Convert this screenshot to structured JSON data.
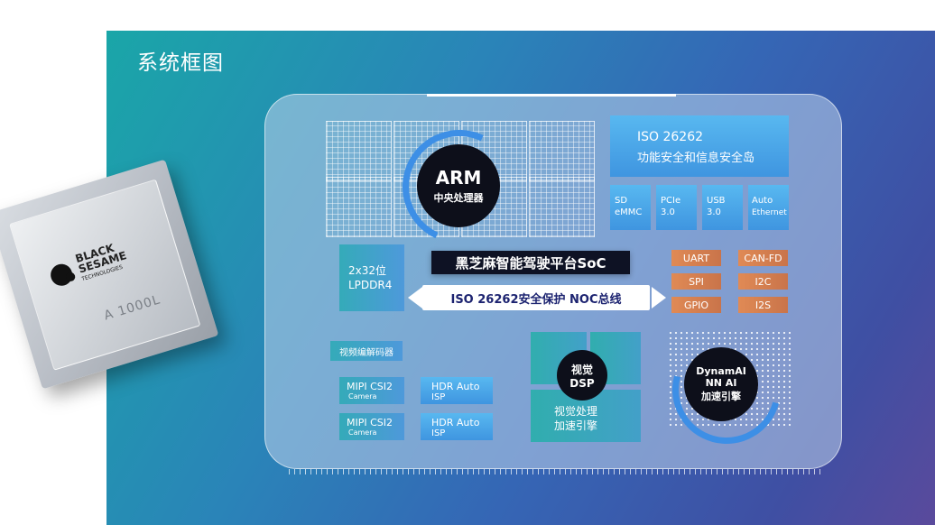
{
  "slide": {
    "title": "系统框图"
  },
  "chip": {
    "brand_line1": "BLACK",
    "brand_line2": "SESAME",
    "brand_line3": "TECHNOLOGIES",
    "model": "A 1000L"
  },
  "arm": {
    "title": "ARM",
    "subtitle": "中央处理器"
  },
  "safety_island": {
    "line1": "ISO 26262",
    "line2": "功能安全和信息安全岛"
  },
  "interfaces": [
    {
      "line1": "SD",
      "line2": "eMMC"
    },
    {
      "line1": "PCIe",
      "line2": "3.0"
    },
    {
      "line1": "USB",
      "line2": "3.0"
    },
    {
      "line1": "Auto",
      "line2": "Ethernet"
    }
  ],
  "lpddr": {
    "line1": "2x32位",
    "line2": "LPDDR4"
  },
  "soc_banner": "黑芝麻智能驾驶平台SoC",
  "noc_bus": "ISO 26262安全保护 NOC总线",
  "peripherals": [
    "UART",
    "CAN-FD",
    "SPI",
    "I2C",
    "GPIO",
    "I2S"
  ],
  "codec": "视频编解码器",
  "mipi": [
    {
      "line1": "MIPI CSI2",
      "line2": "Camera"
    },
    {
      "line1": "MIPI CSI2",
      "line2": "Camera"
    }
  ],
  "isp": [
    {
      "line1": "HDR Auto",
      "line2": "ISP"
    },
    {
      "line1": "HDR Auto",
      "line2": "ISP"
    }
  ],
  "dsp": {
    "title1": "视觉",
    "title2": "DSP",
    "desc1": "视觉处理",
    "desc2": "加速引擎"
  },
  "nn": {
    "line1": "DynamAI",
    "line2": "NN AI",
    "line3": "加速引擎"
  },
  "colors": {
    "accent_blue": "#3f95e0",
    "accent_orange": "#d97f50",
    "dark": "#0d0f1a"
  }
}
